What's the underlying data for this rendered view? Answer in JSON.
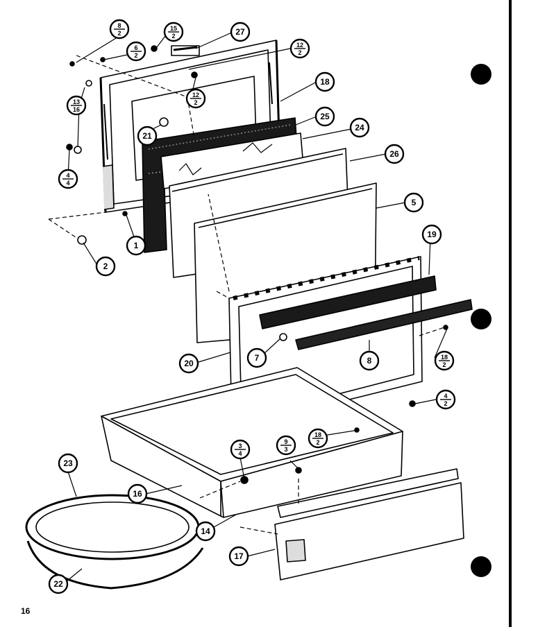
{
  "page_number": "16",
  "callouts": [
    {
      "id": "c-8-2",
      "kind": "fraction",
      "top": "8",
      "bottom": "2"
    },
    {
      "id": "c-15-2",
      "kind": "fraction",
      "top": "15",
      "bottom": "2"
    },
    {
      "id": "c-27",
      "kind": "single",
      "label": "27"
    },
    {
      "id": "c-6-2",
      "kind": "fraction",
      "top": "6",
      "bottom": "2"
    },
    {
      "id": "c-12-2a",
      "kind": "fraction",
      "top": "12",
      "bottom": "2"
    },
    {
      "id": "c-13-16",
      "kind": "fraction",
      "top": "13",
      "bottom": "16"
    },
    {
      "id": "c-12-2b",
      "kind": "fraction",
      "top": "12",
      "bottom": "2"
    },
    {
      "id": "c-18",
      "kind": "single",
      "label": "18"
    },
    {
      "id": "c-21",
      "kind": "single",
      "label": "21"
    },
    {
      "id": "c-25",
      "kind": "single",
      "label": "25"
    },
    {
      "id": "c-24",
      "kind": "single",
      "label": "24"
    },
    {
      "id": "c-4-4",
      "kind": "fraction",
      "top": "4",
      "bottom": "4"
    },
    {
      "id": "c-26",
      "kind": "single",
      "label": "26"
    },
    {
      "id": "c-5",
      "kind": "single",
      "label": "5"
    },
    {
      "id": "c-1",
      "kind": "single",
      "label": "1"
    },
    {
      "id": "c-2",
      "kind": "single",
      "label": "2"
    },
    {
      "id": "c-19",
      "kind": "single",
      "label": "19"
    },
    {
      "id": "c-7",
      "kind": "single",
      "label": "7"
    },
    {
      "id": "c-20",
      "kind": "single",
      "label": "20"
    },
    {
      "id": "c-8",
      "kind": "single",
      "label": "8"
    },
    {
      "id": "c-18-2a",
      "kind": "fraction",
      "top": "18",
      "bottom": "2"
    },
    {
      "id": "c-4-2",
      "kind": "fraction",
      "top": "4",
      "bottom": "2"
    },
    {
      "id": "c-18-2b",
      "kind": "fraction",
      "top": "18",
      "bottom": "2"
    },
    {
      "id": "c-3-4",
      "kind": "fraction",
      "top": "3",
      "bottom": "4"
    },
    {
      "id": "c-9-3",
      "kind": "fraction",
      "top": "9",
      "bottom": "3"
    },
    {
      "id": "c-23",
      "kind": "single",
      "label": "23"
    },
    {
      "id": "c-16",
      "kind": "single",
      "label": "16"
    },
    {
      "id": "c-14",
      "kind": "single",
      "label": "14"
    },
    {
      "id": "c-17",
      "kind": "single",
      "label": "17"
    },
    {
      "id": "c-22",
      "kind": "single",
      "label": "22"
    }
  ],
  "colors": {
    "ink": "#000000",
    "paper": "#ffffff",
    "panel": "#f7f7f7",
    "insulation": "#1a1a1a"
  }
}
